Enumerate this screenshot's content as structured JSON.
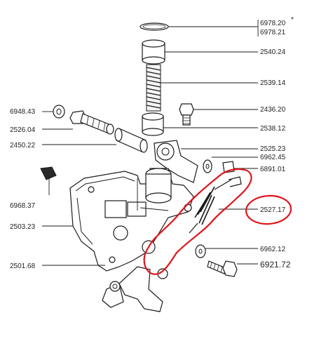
{
  "parts": {
    "p6978_20": "6978.20",
    "p6978_21": "6978.21",
    "p2540_24": "2540.24",
    "p2539_14": "2539.14",
    "p6948_43": "6948.43",
    "p2436_20": "2436.20",
    "p2526_04": "2526.04",
    "p2538_12": "2538.12",
    "p2450_22": "2450.22",
    "p2525_23": "2525.23",
    "p6962_45": "6962.45",
    "p6891_01": "6891.01",
    "p6968_37": "6968.37",
    "p2527_17": "2527.17",
    "p2503_23": "2503.23",
    "p6962_12": "6962.12",
    "p6921_72": "6921.72",
    "p2501_68": "2501.68"
  },
  "colors": {
    "ink": "#1a1a1a",
    "annotation": "#e0141c",
    "background": "#ffffff"
  }
}
